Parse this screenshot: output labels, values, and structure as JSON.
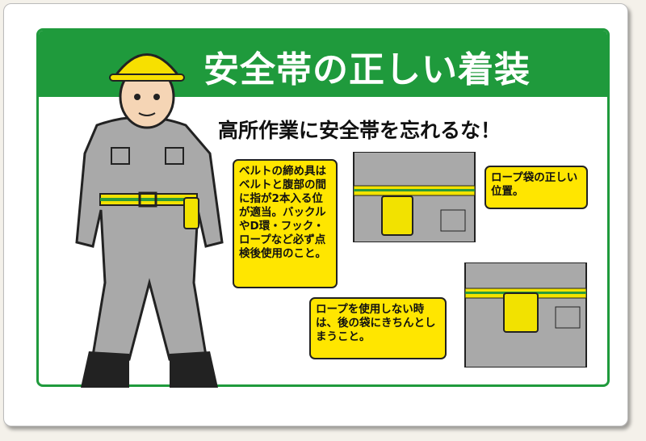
{
  "sign": {
    "title": "安全帯の正しい着装",
    "subtitle": "高所作業に安全帯を忘れるな！",
    "callouts": [
      {
        "text": "ベルトの締め具はベルトと腹部の間に指が2本入る位が適当。バックルやD環・フック・ロープなど必ず点検後使用のこと。"
      },
      {
        "text": "ロープ袋の正しい位置。"
      },
      {
        "text": "ロープを使用しない時は、後の袋にきちんとしまうこと。"
      }
    ],
    "colors": {
      "green": "#1f9a3c",
      "yellow": "#ffe600",
      "gray": "#a9a9a9"
    }
  }
}
